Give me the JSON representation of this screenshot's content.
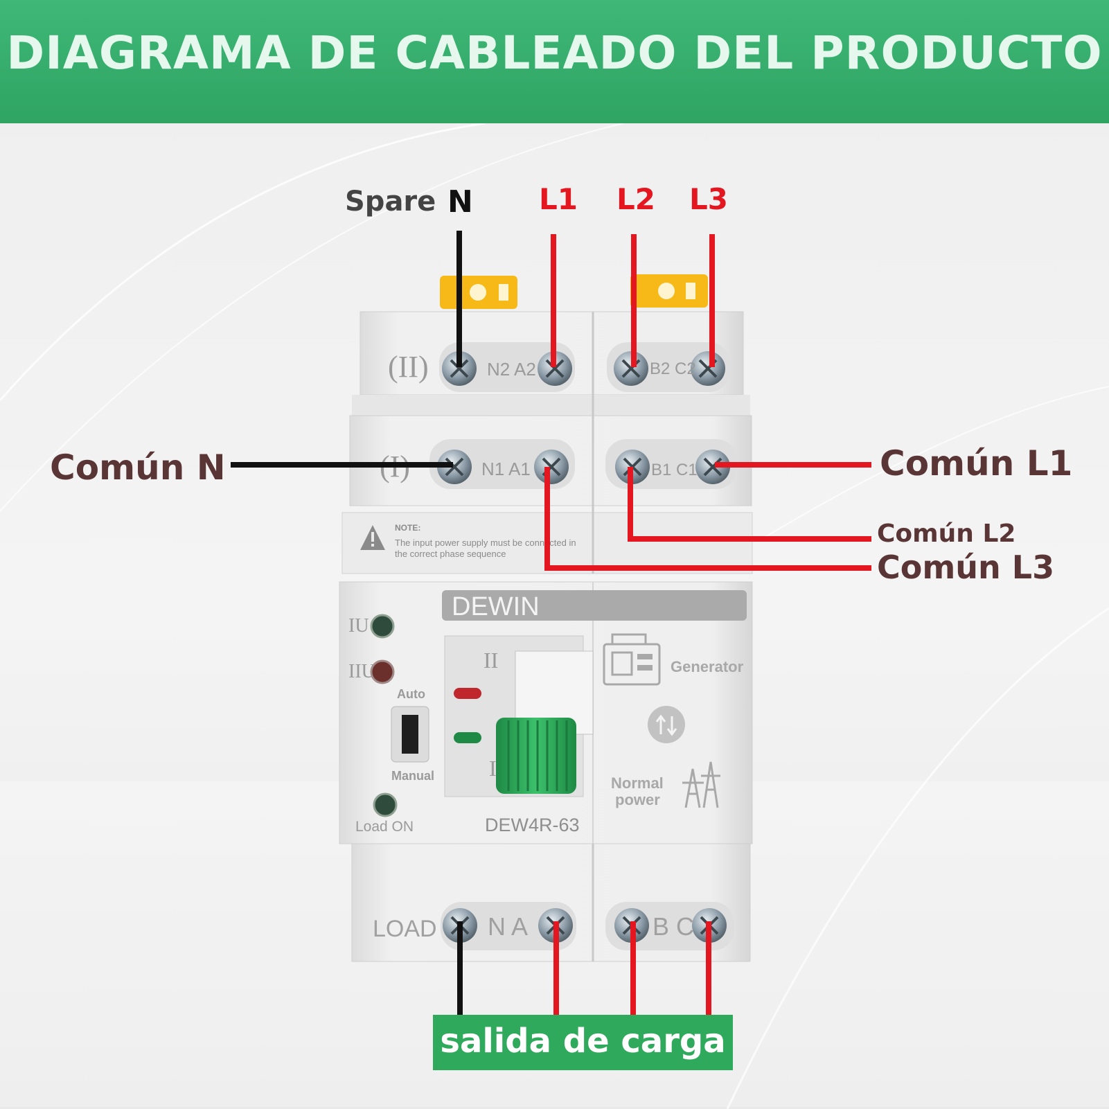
{
  "banner": {
    "title": "DIAGRAMA DE CABLEADO DEL PRODUCTO"
  },
  "top_labels": {
    "spare": "Spare",
    "neutral": "N",
    "l1": "L1",
    "l2": "L2",
    "l3": "L3"
  },
  "side_labels": {
    "comun_n": "Común N",
    "comun_l1": "Común L1",
    "comun_l2": "Común L2",
    "comun_l3": "Común L3"
  },
  "bottom_label": "salida de carga",
  "device": {
    "row_ii_mark": "(II)",
    "row_ii_terminals_left": "N2 A2",
    "row_ii_terminals_right": "B2 C2",
    "row_i_mark": "(I)",
    "row_i_terminals_left": "N1 A1",
    "row_i_terminals_right": "B1 C1",
    "note_title": "NOTE:",
    "note_line1": "The input power supply must be connected in",
    "note_line2": "the correct phase sequence",
    "brand": "DEWIN",
    "indicator_iu": "IU",
    "indicator_iiu": "IIU",
    "mode_auto": "Auto",
    "mode_manual": "Manual",
    "load_on": "Load ON",
    "switch_top": "II",
    "switch_bottom": "I",
    "generator": "Generator",
    "normal_power_line1": "Normal",
    "normal_power_line2": "power",
    "model": "DEW4R-63",
    "load_mark": "LOAD",
    "load_terminals_left": "N A",
    "load_terminals_right": "B C"
  },
  "colors": {
    "banner_green": "#3fb877",
    "label_box_green": "#2faa5c",
    "phase_wire": "#e4161f",
    "neutral_wire": "#111111",
    "label_brown": "#5a3535",
    "handle_green": "#2ea55a"
  }
}
